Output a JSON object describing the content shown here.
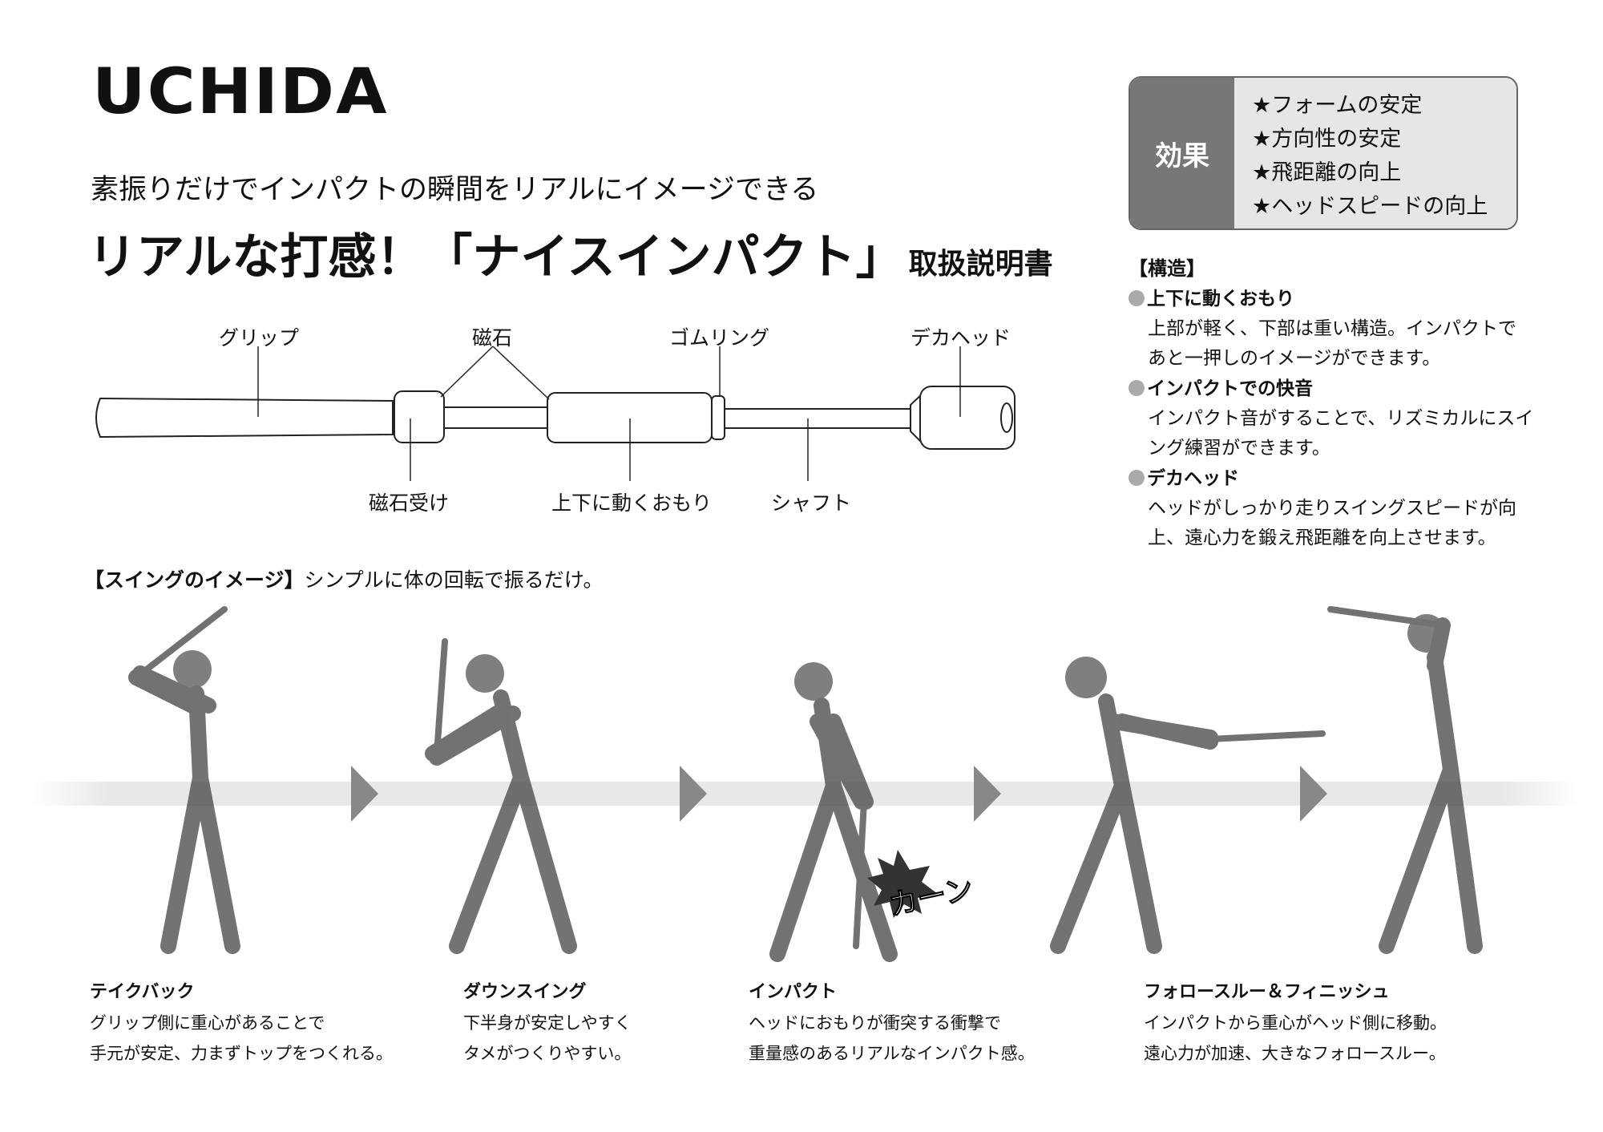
{
  "logo": "UCHIDA",
  "subtitle": "素振りだけでインパクトの瞬間をリアルにイメージできる",
  "title": {
    "main": "リアルな打感！「ナイスインパクト」",
    "suffix": "取扱説明書"
  },
  "effect": {
    "label": "効果",
    "items": [
      "★フォームの安定",
      "★方向性の安定",
      "★飛距離の向上",
      "★ヘッドスピードの向上"
    ]
  },
  "structure": {
    "heading": "【構造】",
    "items": [
      {
        "title": "上下に動くおもり",
        "lines": [
          "上部が軽く、下部は重い構造。インパクトで",
          "あと一押しのイメージができます。"
        ]
      },
      {
        "title": "インパクトでの快音",
        "lines": [
          "インパクト音がすることで、リズミカルにスイ",
          "ング練習ができます。"
        ]
      },
      {
        "title": "デカヘッド",
        "lines": [
          "ヘッドがしっかり走りスイングスピードが向",
          "上、遠心力を鍛え飛距離を向上させます。"
        ]
      }
    ]
  },
  "diagram": {
    "grip": "グリップ",
    "magnet": "磁石",
    "rubber_ring": "ゴムリング",
    "big_head": "デカヘッド",
    "magnet_receiver": "磁石受け",
    "moving_weight": "上下に動くおもり",
    "shaft": "シャフト"
  },
  "swing": {
    "heading": "【スイングのイメージ】",
    "subheading": "シンプルに体の回転で振るだけ。",
    "sound": "カーン",
    "steps": [
      {
        "title": "テイクバック",
        "lines": [
          "グリップ側に重心があることで",
          "手元が安定、力まずトップをつくれる。"
        ]
      },
      {
        "title": "ダウンスイング",
        "lines": [
          "下半身が安定しやすく",
          "タメがつくりやすい。"
        ]
      },
      {
        "title": "インパクト",
        "lines": [
          "ヘッドにおもりが衝突する衝撃で",
          "重量感のあるリアルなインパクト感。"
        ]
      },
      {
        "title": "フォロースルー＆フィニッシュ",
        "lines": [
          "インパクトから重心がヘッド側に移動。",
          "遠心力が加速、大きなフォロースルー。"
        ]
      }
    ]
  }
}
